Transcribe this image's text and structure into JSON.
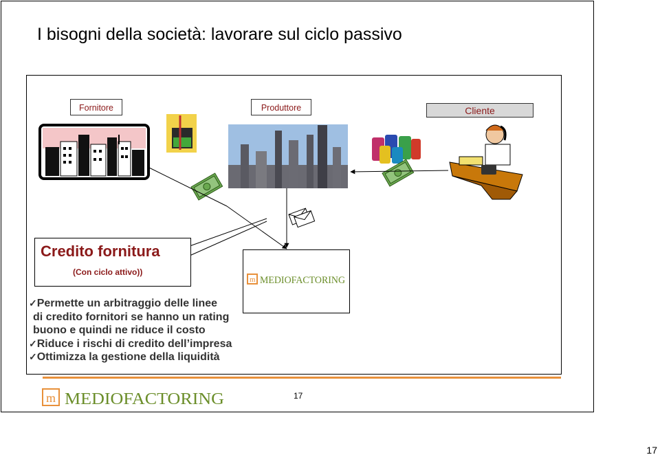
{
  "slide": {
    "title": "I bisogni della società: lavorare sul ciclo passivo",
    "page_number": "17"
  },
  "roles": {
    "fornitore": "Fornitore",
    "produttore": "Produttore",
    "cliente": "Cliente"
  },
  "credito": {
    "title": "Credito fornitura",
    "subtitle": "(Con ciclo attivo))"
  },
  "brand": {
    "name": "MEDIOFACTORING",
    "mark": "m",
    "color": "#6b8e2a",
    "mark_color": "#e8903a"
  },
  "bullets": [
    "Permette un arbitraggio delle linee",
    "di credito fornitori  se hanno un rating",
    "buono e quindi ne riduce il costo",
    "Riduce i rischi di credito dell’impresa",
    "Ottimizza la gestione della liquidità"
  ],
  "corner_page_number": "17"
}
